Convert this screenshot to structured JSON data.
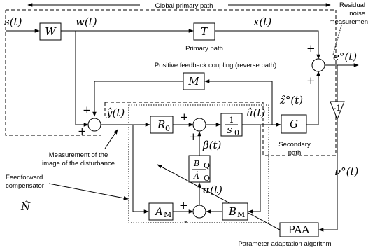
{
  "labels": {
    "global_primary_path": "Global primary path",
    "residual_noise": [
      "Residual",
      "noise",
      "measuremen"
    ],
    "primary_path": "Primary path",
    "positive_feedback": "Positive feedback coupling (reverse path)",
    "secondary_path": [
      "Secondary",
      "path"
    ],
    "measurement_image": [
      "Measurement of the",
      "image of the disturbance"
    ],
    "feedforward_compensator": [
      "Feedforward",
      "compensator"
    ],
    "paa_full": "Parameter adaptation algorithm"
  },
  "blocks": {
    "W": "W",
    "T": "T",
    "M": "M",
    "R0": "R",
    "R0_sub": "0",
    "one_over_S0_num": "1",
    "one_over_S0_den": "S",
    "one_over_S0_den_sub": "0",
    "G": "G",
    "AM": "A",
    "AM_sub": "M",
    "BM": "B",
    "BM_sub": "M",
    "BQ": "B",
    "BQ_sub": "Q",
    "AQ": "Â",
    "AQ_sub": "Q",
    "PAA": "PAA",
    "gain": "-1"
  },
  "signals": {
    "s": "s(t)",
    "w": "w(t)",
    "x": "x(t)",
    "e": "e°(t)",
    "z": "ẑ°(t)",
    "y": "ŷ(t)",
    "u": "û(t)",
    "beta": "β(t)",
    "alpha": "α(t)",
    "nu": "ν°(t)",
    "N": "N̂"
  },
  "signs": {
    "plus": "+",
    "minus": "-"
  }
}
